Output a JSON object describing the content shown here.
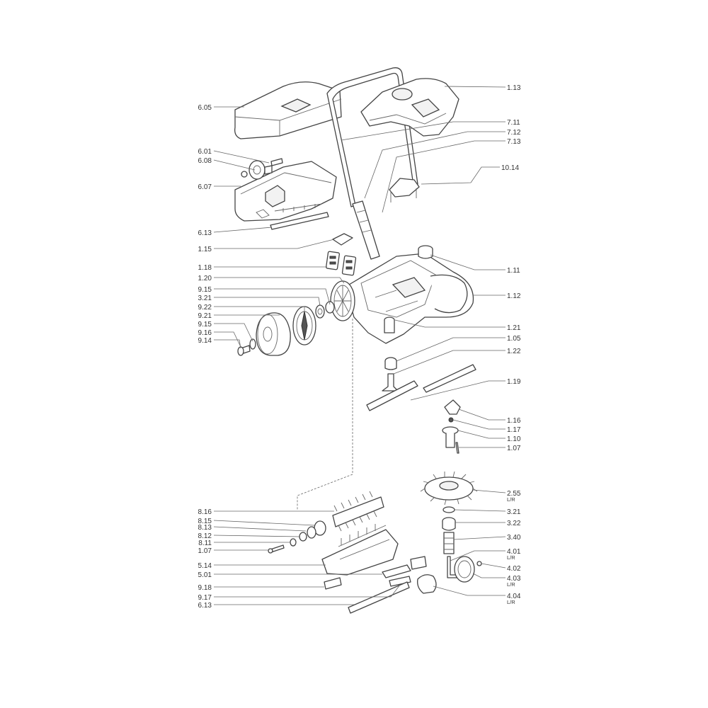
{
  "callouts": [
    {
      "id": "c-1-13",
      "text": "1.13"
    },
    {
      "id": "c-6-05",
      "text": "6.05"
    },
    {
      "id": "c-7-11",
      "text": "7.11"
    },
    {
      "id": "c-7-12",
      "text": "7.12"
    },
    {
      "id": "c-7-13",
      "text": "7.13"
    },
    {
      "id": "c-6-01",
      "text": "6.01"
    },
    {
      "id": "c-6-08",
      "text": "6.08"
    },
    {
      "id": "c-10-14",
      "text": "10.14"
    },
    {
      "id": "c-6-07",
      "text": "6.07"
    },
    {
      "id": "c-6-13a",
      "text": "6.13"
    },
    {
      "id": "c-1-15",
      "text": "1.15"
    },
    {
      "id": "c-1-11",
      "text": "1.11"
    },
    {
      "id": "c-1-18",
      "text": "1.18"
    },
    {
      "id": "c-1-20",
      "text": "1.20"
    },
    {
      "id": "c-9-15a",
      "text": "9.15"
    },
    {
      "id": "c-1-12",
      "text": "1.12"
    },
    {
      "id": "c-3-21a",
      "text": "3.21"
    },
    {
      "id": "c-9-22",
      "text": "9.22"
    },
    {
      "id": "c-9-21",
      "text": "9.21"
    },
    {
      "id": "c-9-15b",
      "text": "9.15"
    },
    {
      "id": "c-1-21",
      "text": "1.21"
    },
    {
      "id": "c-9-16",
      "text": "9.16"
    },
    {
      "id": "c-1-05",
      "text": "1.05"
    },
    {
      "id": "c-9-14",
      "text": "9.14"
    },
    {
      "id": "c-1-22",
      "text": "1.22"
    },
    {
      "id": "c-1-19",
      "text": "1.19"
    },
    {
      "id": "c-1-16",
      "text": "1.16"
    },
    {
      "id": "c-1-17",
      "text": "1.17"
    },
    {
      "id": "c-1-10",
      "text": "1.10"
    },
    {
      "id": "c-1-07a",
      "text": "1.07"
    },
    {
      "id": "c-2-55",
      "text": "2.55",
      "sub": "L/R"
    },
    {
      "id": "c-8-16",
      "text": "8.16"
    },
    {
      "id": "c-3-21b",
      "text": "3.21"
    },
    {
      "id": "c-8-15",
      "text": "8.15"
    },
    {
      "id": "c-8-13",
      "text": "8.13"
    },
    {
      "id": "c-3-22",
      "text": "3.22"
    },
    {
      "id": "c-8-12",
      "text": "8.12"
    },
    {
      "id": "c-3-40",
      "text": "3.40"
    },
    {
      "id": "c-8-11",
      "text": "8.11"
    },
    {
      "id": "c-1-07b",
      "text": "1.07"
    },
    {
      "id": "c-4-01",
      "text": "4.01",
      "sub": "L/R"
    },
    {
      "id": "c-5-14",
      "text": "5.14"
    },
    {
      "id": "c-4-02",
      "text": "4.02"
    },
    {
      "id": "c-5-01",
      "text": "5.01"
    },
    {
      "id": "c-4-03",
      "text": "4.03",
      "sub": "L/R"
    },
    {
      "id": "c-9-18",
      "text": "9.18"
    },
    {
      "id": "c-4-04",
      "text": "4.04",
      "sub": "L/R"
    },
    {
      "id": "c-9-17",
      "text": "9.17"
    },
    {
      "id": "c-6-13b",
      "text": "6.13"
    }
  ]
}
